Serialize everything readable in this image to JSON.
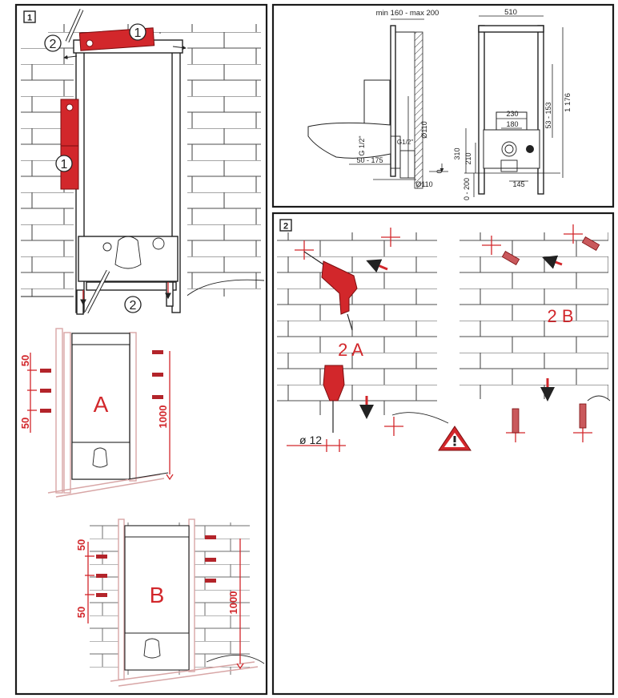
{
  "steps": {
    "s1": "1",
    "s2": "2"
  },
  "panel1": {
    "callouts": [
      "2",
      "1",
      "1",
      "2"
    ],
    "detailA": {
      "letter": "A",
      "dim_top": "50",
      "dim_bottom": "50",
      "dim_height": "1000"
    },
    "detailB": {
      "letter": "B",
      "dim_top": "50",
      "dim_bottom": "50",
      "dim_height": "1000"
    }
  },
  "panelTR": {
    "dims": {
      "wall_range": "min 160 - max 200",
      "width": "510",
      "height": "1 176",
      "range_53_153": "53 - 153",
      "w230": "230",
      "w180": "180",
      "h310": "310",
      "h210": "210",
      "h0_200": "0 - 200",
      "w145": "145",
      "g12": "G 1/2\"",
      "g12b": "G1/2\"",
      "r50_175": "50 - 175",
      "d110a": "Ø110",
      "d110b": "Ø110",
      "zero": "0"
    }
  },
  "panel2": {
    "labelA": "2 A",
    "labelB": "2 B",
    "drill": "ø 12",
    "warning_icon": "warning-triangle-icon"
  },
  "colors": {
    "accent": "#d2272b",
    "line": "#222222"
  }
}
